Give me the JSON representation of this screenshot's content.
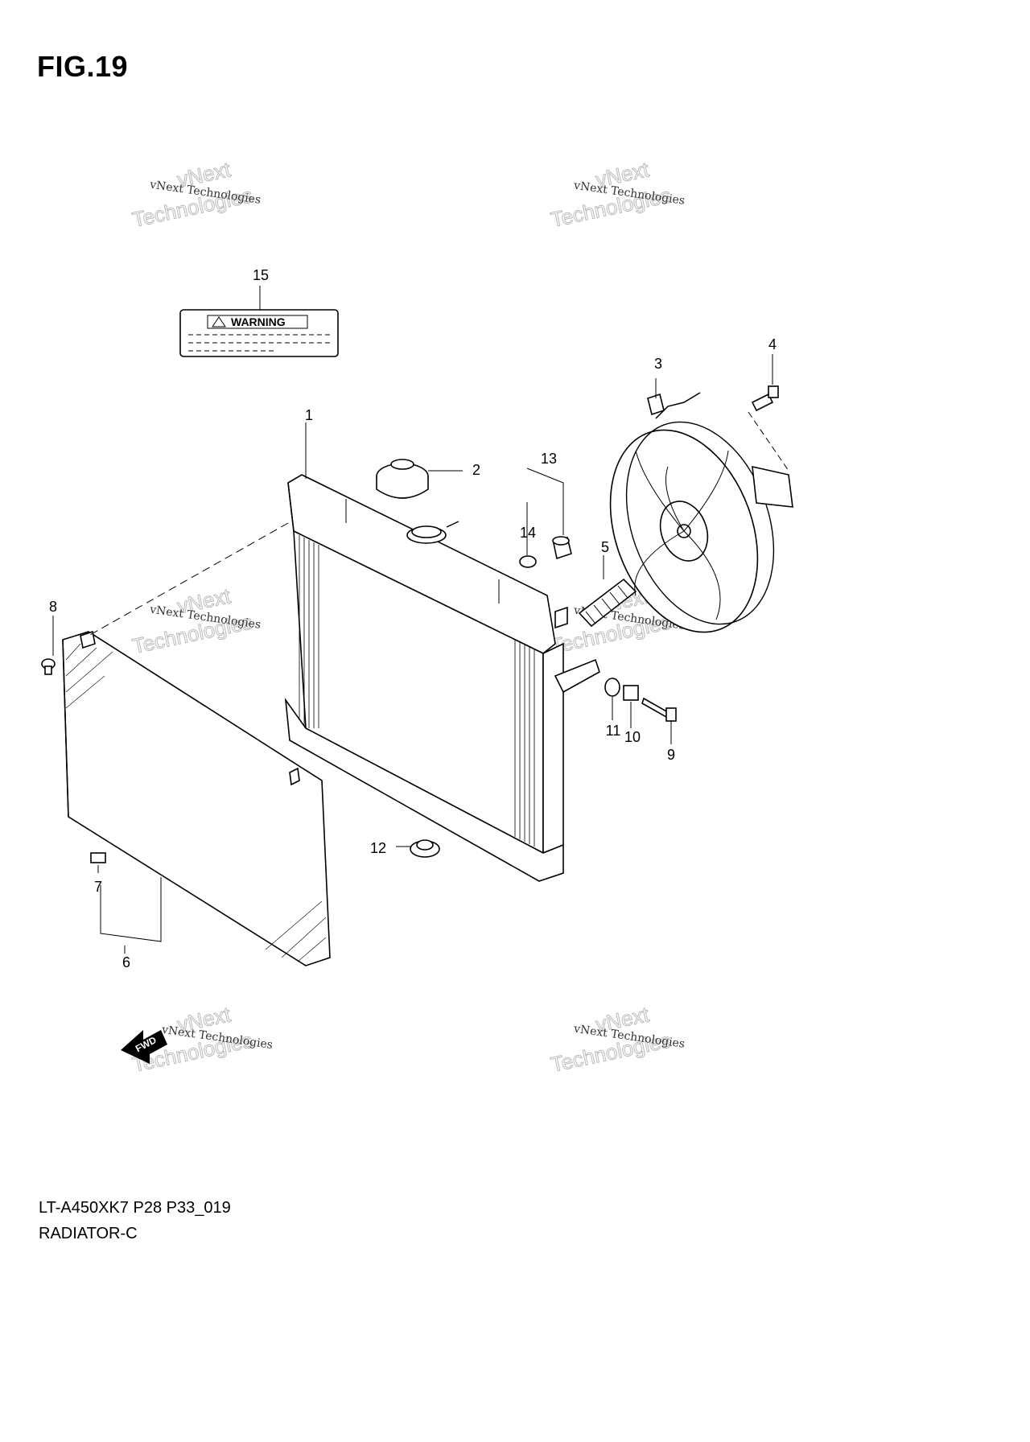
{
  "figure": {
    "title": "FIG.19",
    "code": "LT-A450XK7 P28 P33_019",
    "name": "RADIATOR-C"
  },
  "label_15": {
    "warning_text": "WARNING"
  },
  "fwd_arrow": {
    "text": "FWD"
  },
  "watermark": {
    "small_text": "vNext Technologies",
    "large_line1": "vNext",
    "large_line2": "Technologies"
  },
  "callouts": [
    "1",
    "2",
    "3",
    "4",
    "5",
    "6",
    "7",
    "8",
    "9",
    "10",
    "11",
    "12",
    "13",
    "14",
    "15"
  ]
}
